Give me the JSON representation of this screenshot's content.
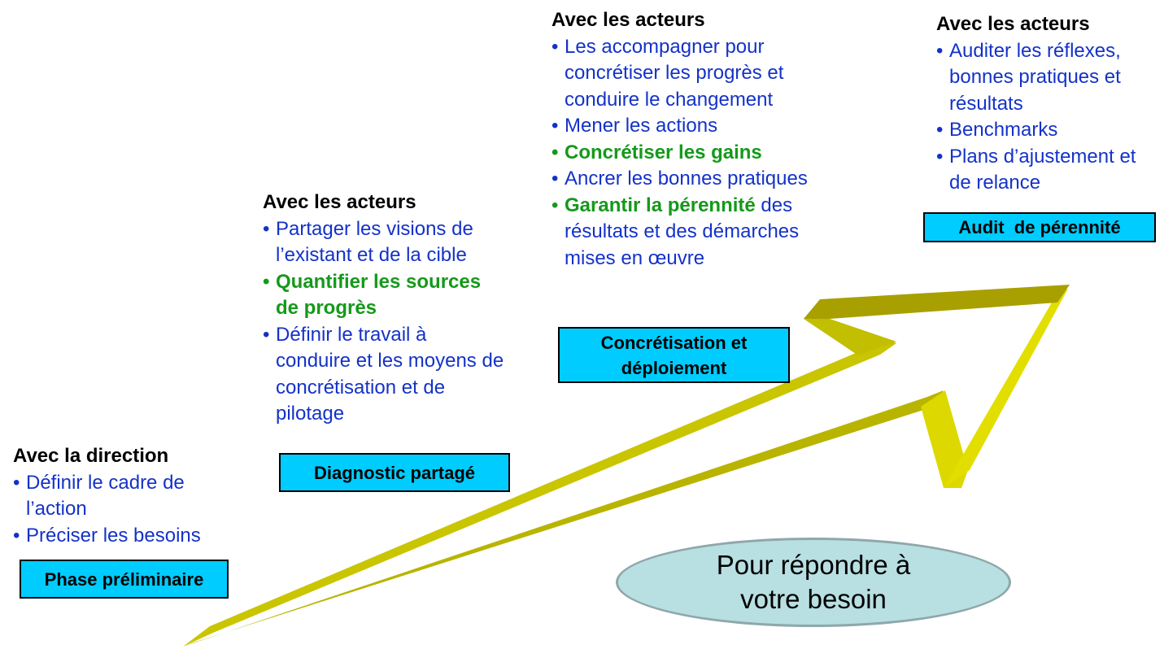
{
  "columns": [
    {
      "heading": "Avec la direction",
      "items": [
        {
          "text": "Définir le cadre de l’action",
          "style": "normal"
        },
        {
          "text": "Préciser les besoins",
          "style": "normal"
        }
      ],
      "phase": "Phase préliminaire"
    },
    {
      "heading": "Avec les acteurs",
      "items": [
        {
          "text": "Partager les visions de l’existant et de la cible",
          "style": "normal"
        },
        {
          "text": "Quantifier les sources de progrès",
          "style": "highlight"
        },
        {
          "text": "Définir le travail à conduire et les moyens de concrétisation et de pilotage",
          "style": "normal"
        }
      ],
      "phase": "Diagnostic partagé"
    },
    {
      "heading": "Avec les acteurs",
      "items": [
        {
          "text": "Les accompagner pour concrétiser les progrès et conduire le changement",
          "style": "normal"
        },
        {
          "text": "Mener les actions",
          "style": "normal"
        },
        {
          "text": "Concrétiser les gains",
          "style": "highlight"
        },
        {
          "text": "Ancrer les bonnes pratiques",
          "style": "normal"
        },
        {
          "highlight": "Garantir la pérennité",
          "text": " des résultats et des démarches mises en œuvre",
          "style": "mixed"
        }
      ],
      "phase": "Concrétisation et déploiement"
    },
    {
      "heading": "Avec les acteurs",
      "items": [
        {
          "text": "Auditer les réflexes, bonnes pratiques et résultats",
          "style": "normal"
        },
        {
          "text": "Benchmarks",
          "style": "normal"
        },
        {
          "text": "Plans d’ajustement et de relance",
          "style": "normal"
        }
      ],
      "phase": "Audit  de pérennité"
    }
  ],
  "bullet": "•",
  "callout": {
    "line1": "Pour répondre à",
    "line2": "votre besoin"
  },
  "colors": {
    "text_blue": "#1432c8",
    "highlight_green": "#15991a",
    "phase_box": "#00ccff",
    "arrow": "#c8c400",
    "callout_fill": "#b8dfe1"
  }
}
